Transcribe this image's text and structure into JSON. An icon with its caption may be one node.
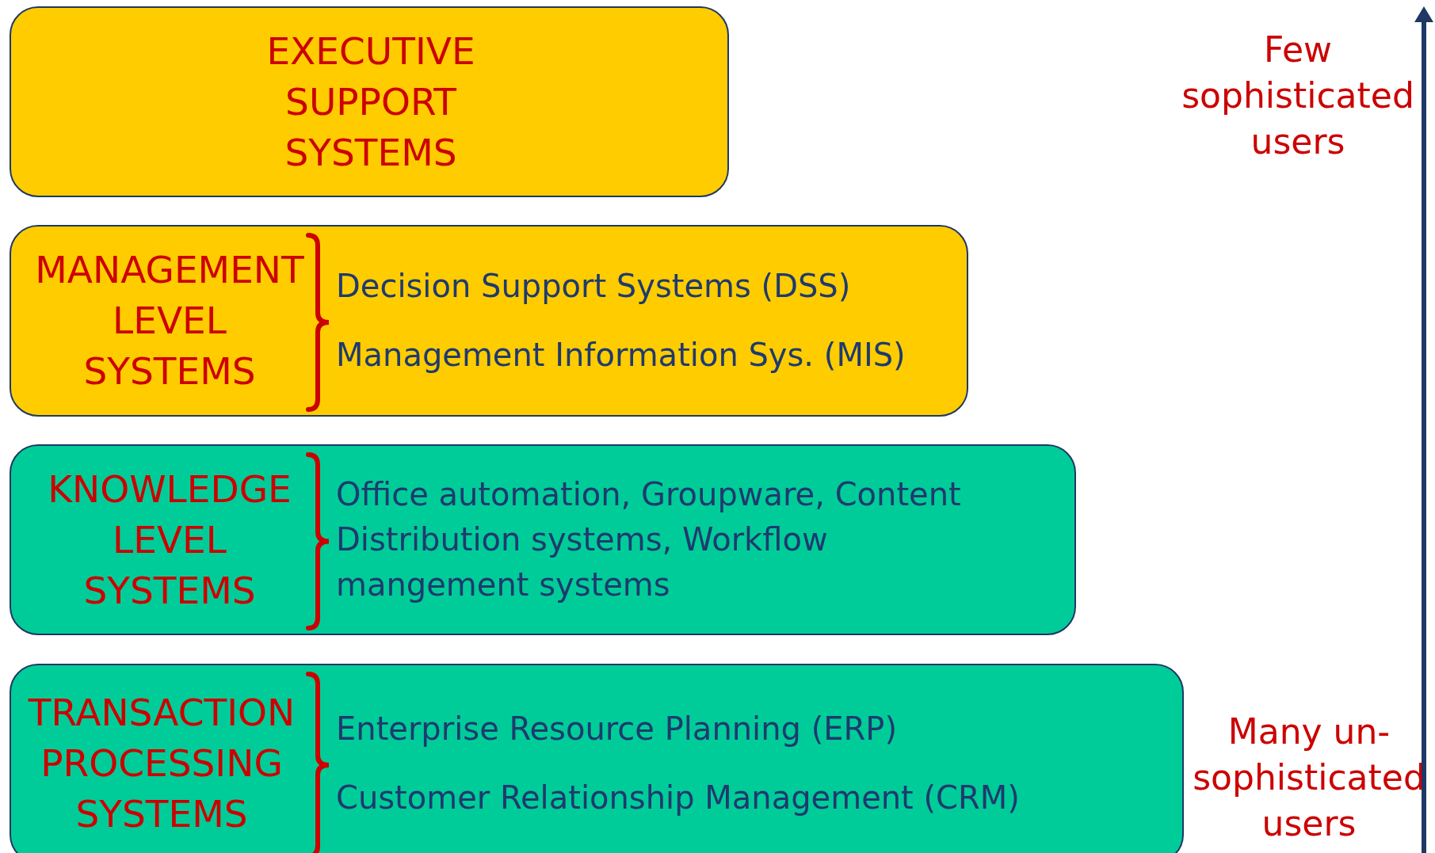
{
  "diagram": {
    "nodes": [
      {
        "text": [
          "EXECUTIVE SUPPORT SYSTEMS"
        ]
      },
      {
        "text": [
          "MANAGEMENT LEVEL SYSTEMS",
          "Decision Support Systems (DSS)",
          "Management Information Sys. (MIS)"
        ]
      },
      {
        "text": [
          "KNOWLEDGE LEVEL SYSTEMS",
          "Office automation, Groupware, Content Distribution systems, Workflow mangement systems"
        ]
      },
      {
        "text": [
          "TRANSACTION PROCESSING SYSTEMS",
          "Enterprise Resource Planning (ERP)",
          "Customer Relationship Management (CRM)"
        ]
      }
    ],
    "labels": [
      "Few sophisticated users",
      "Many un- sophisticated users"
    ]
  }
}
